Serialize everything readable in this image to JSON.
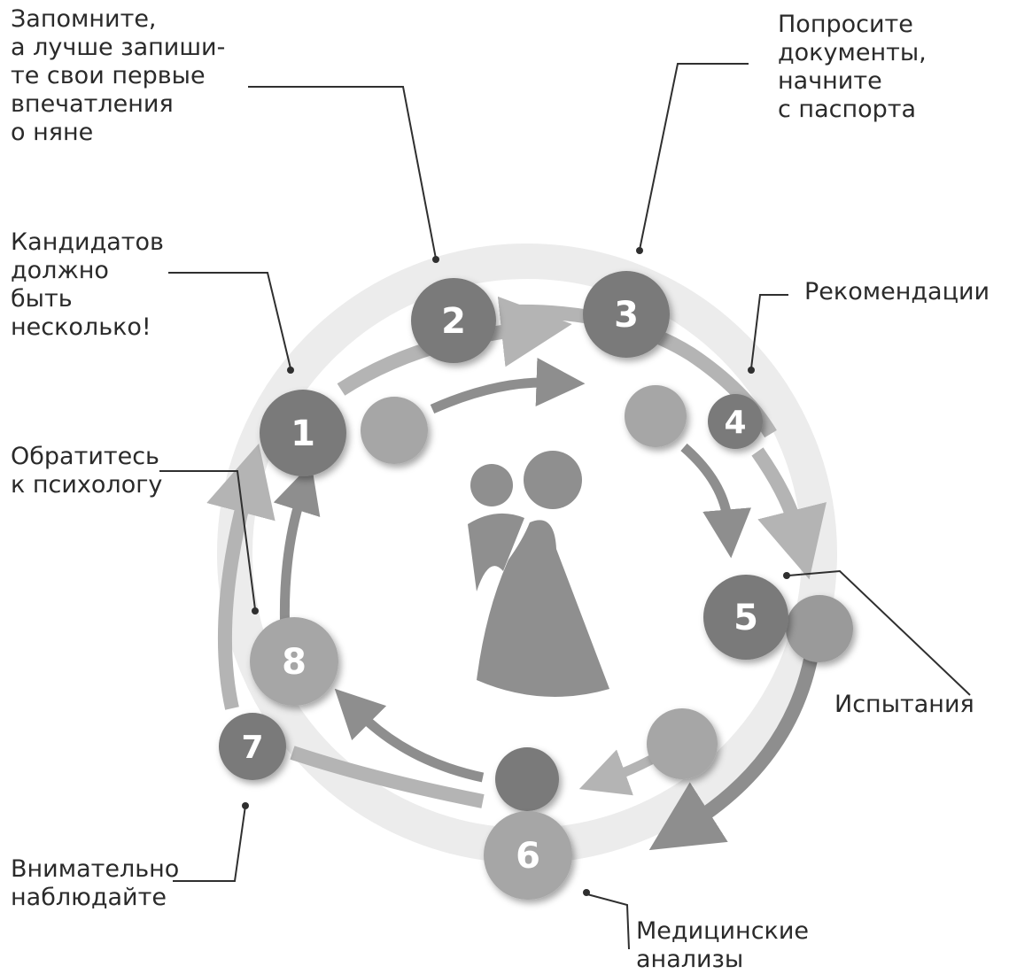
{
  "steps": [
    {
      "number": "1",
      "label_lines": [
        "Кандидатов",
        "должно",
        "быть",
        "несколько!"
      ]
    },
    {
      "number": "2",
      "label_lines": [
        "Запомните,",
        "а лучше запиши-",
        "те свои первые",
        "впечатления",
        "о няне"
      ]
    },
    {
      "number": "3",
      "label_lines": [
        "Попросите",
        "документы,",
        "начните",
        "с паспорта"
      ]
    },
    {
      "number": "4",
      "label_lines": [
        "Рекомендации"
      ]
    },
    {
      "number": "5",
      "label_lines": [
        "Испытания"
      ]
    },
    {
      "number": "6",
      "label_lines": [
        "Медицинские",
        "анализы"
      ]
    },
    {
      "number": "7",
      "label_lines": [
        "Внимательно",
        "наблюдайте"
      ]
    },
    {
      "number": "8",
      "label_lines": [
        "Обратитесь",
        "к психологу"
      ]
    }
  ],
  "colors": {
    "dark_circle": "#7a7a7a",
    "light_circle": "#a6a6a6",
    "ring_arrow": "#b4b4b4",
    "inner_arrow": "#8e8e8e",
    "couple": "#8f8f8f",
    "text": "#2a2a2a"
  },
  "center_icon": "couple-icon"
}
